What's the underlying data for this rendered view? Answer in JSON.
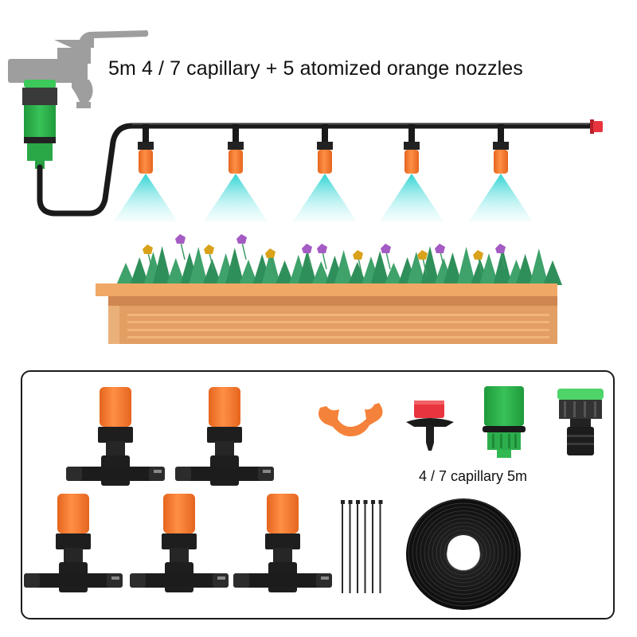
{
  "headline": "5m 4 / 7 capillary + 5 atomized orange nozzles",
  "kit": {
    "capillary_label": "4 / 7 capillary 5m",
    "nozzle_count": 5,
    "cable_tie_count": 6,
    "items": [
      "atomizing-nozzle-tee",
      "orange-clip",
      "red-end-plug",
      "green-quick-connector",
      "faucet-adapter",
      "cable-ties",
      "capillary-tube-coil"
    ]
  },
  "colors": {
    "nozzle_orange": "#f5823a",
    "connector_green": "#2fb34a",
    "mist_cyan": "#3ad6d6",
    "planter_wood": "#e9a25e",
    "plant_green": "#2f8f5a",
    "flower_purple": "#a45bc4",
    "flower_gold": "#d9a21a",
    "end_plug_red": "#e8343f",
    "faucet_grey": "#9b9b9b"
  }
}
